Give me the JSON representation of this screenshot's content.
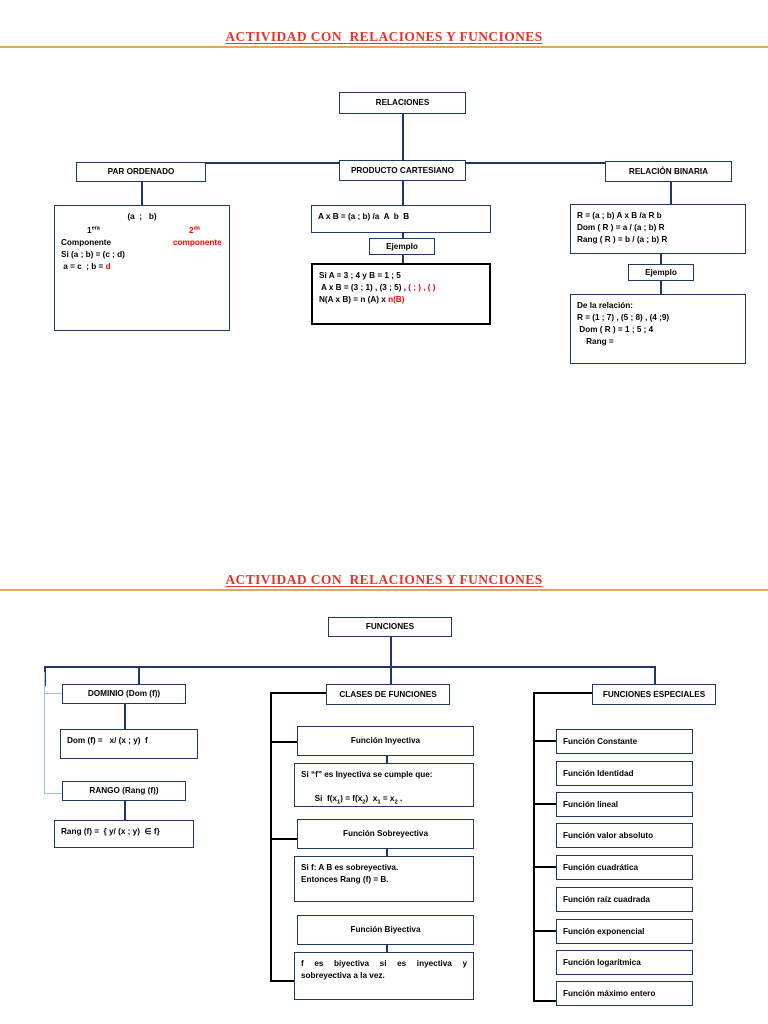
{
  "document": {
    "title_top": "ACTIVIDAD CON  RELACIONES Y FUNCIONES",
    "title_bottom": "ACTIVIDAD CON  RELACIONES Y FUNCIONES",
    "title_color": "#E8342B",
    "rule_color": "#E8A55C",
    "box_border_color": "#1F3864",
    "accent_red": "#FF0000"
  },
  "map_relaciones": {
    "root": "RELACIONES",
    "branches": [
      {
        "label": "PAR ORDENADO"
      },
      {
        "label": "PRODUCTO CARTESIANO"
      },
      {
        "label": "RELACIÓN BINARIA"
      }
    ],
    "par_ordenado": {
      "pair": "(a  ;   b)",
      "first_ord": "1",
      "first_sup": "era",
      "first_word": "Componente",
      "second_ord": "2",
      "second_sup": "da",
      "second_word": "componente",
      "line3": "Si (a ; b) = (c ; d)",
      "line4_black": " a = c  ; b = ",
      "line4_red": "d"
    },
    "producto_cartesiano": {
      "definition": "A x B = (a ; b) /a  A  b  B",
      "example_label": "Ejemplo",
      "example_line1": "Si A = 3 ; 4  y  B = 1 ; 5",
      "example_line2_black": " A x B = (3 ; 1) , (3 ; 5) , ",
      "example_line2_red": "( ; ) , ( )",
      "example_line3_black": "N(A x B) = n (A) x ",
      "example_line3_red": "n(B)"
    },
    "relacion_binaria": {
      "def_line1": "R = (a ; b)  A x B /a R b",
      "def_line2": "Dom ( R ) = a / (a ; b)  R",
      "def_line3": "Rang ( R ) = b / (a ; b)  R",
      "example_label": "Ejemplo",
      "example_line1": "De la relación:",
      "example_line2": "R = (1 ; 7) , (5 ; 8) , (4 ;9)",
      "example_line3": " Dom ( R ) = 1 ; 5 ; 4",
      "example_line4": "    Rang ="
    }
  },
  "map_funciones": {
    "root": "FUNCIONES",
    "branches": [
      {
        "label": "DOMINIO (Dom (f))"
      },
      {
        "label": "CLASES DE FUNCIONES"
      },
      {
        "label": "FUNCIONES ESPECIALES"
      }
    ],
    "dominio": {
      "header": "DOMINIO (Dom (f))",
      "formula": "Dom (f) =   x/ (x ; y)  f",
      "rango_header": "RANGO (Rang (f))",
      "rango_formula": "Rang (f) =  { y/ (x ; y)  ∈ f}"
    },
    "clases": {
      "header": "CLASES DE FUNCIONES",
      "items": [
        {
          "label": "Función Inyectiva",
          "desc_line1": "Si “f” es Inyectiva se cumple que:",
          "desc_line2_a": "Si  f(x",
          "desc_sub1": "1",
          "desc_line2_b": ") = f(x",
          "desc_sub2": "2",
          "desc_line2_c": ")  x",
          "desc_sub3": "1",
          "desc_line2_d": " = x",
          "desc_sub4": "2",
          "desc_line2_e": " ."
        },
        {
          "label": "Función Sobreyectiva",
          "desc_line1": "Si f: A  B es sobreyectiva.",
          "desc_line2": "Entonces Rang (f) = B."
        },
        {
          "label": "Función Biyectiva",
          "desc_line1": "f  es  biyectiva  si  es  inyectiva  y  sobreyectiva a la vez."
        }
      ]
    },
    "especiales": {
      "header": "FUNCIONES ESPECIALES",
      "items": [
        "Función Constante",
        "Función Identidad",
        "Función lineal",
        "Función valor absoluto",
        "Función cuadrática",
        "Función raíz cuadrada",
        "Función exponencial",
        "Función logarítmica",
        "Función máximo entero"
      ]
    }
  }
}
